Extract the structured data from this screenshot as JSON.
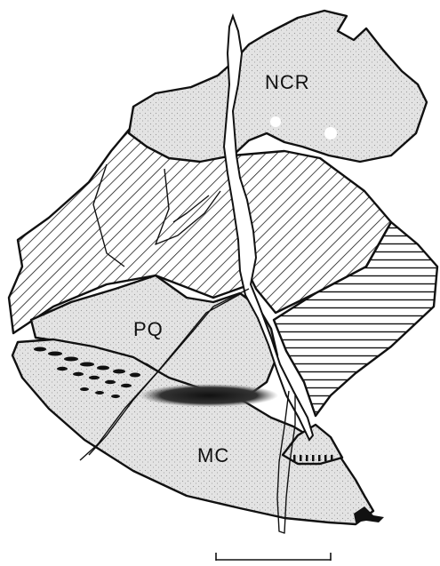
{
  "figure": {
    "labels": {
      "ncr": "NCR",
      "pq": "PQ",
      "mc": "MC"
    },
    "icons": {
      "scale_bar": "scale-bar-icon"
    },
    "colors": {
      "ink": "#111111",
      "stipple_fill": "#d9d9d9",
      "background": "#ffffff"
    },
    "hatching": {
      "diagonal_region": "diagonal-lines",
      "horizontal_region": "horizontal-lines"
    }
  }
}
